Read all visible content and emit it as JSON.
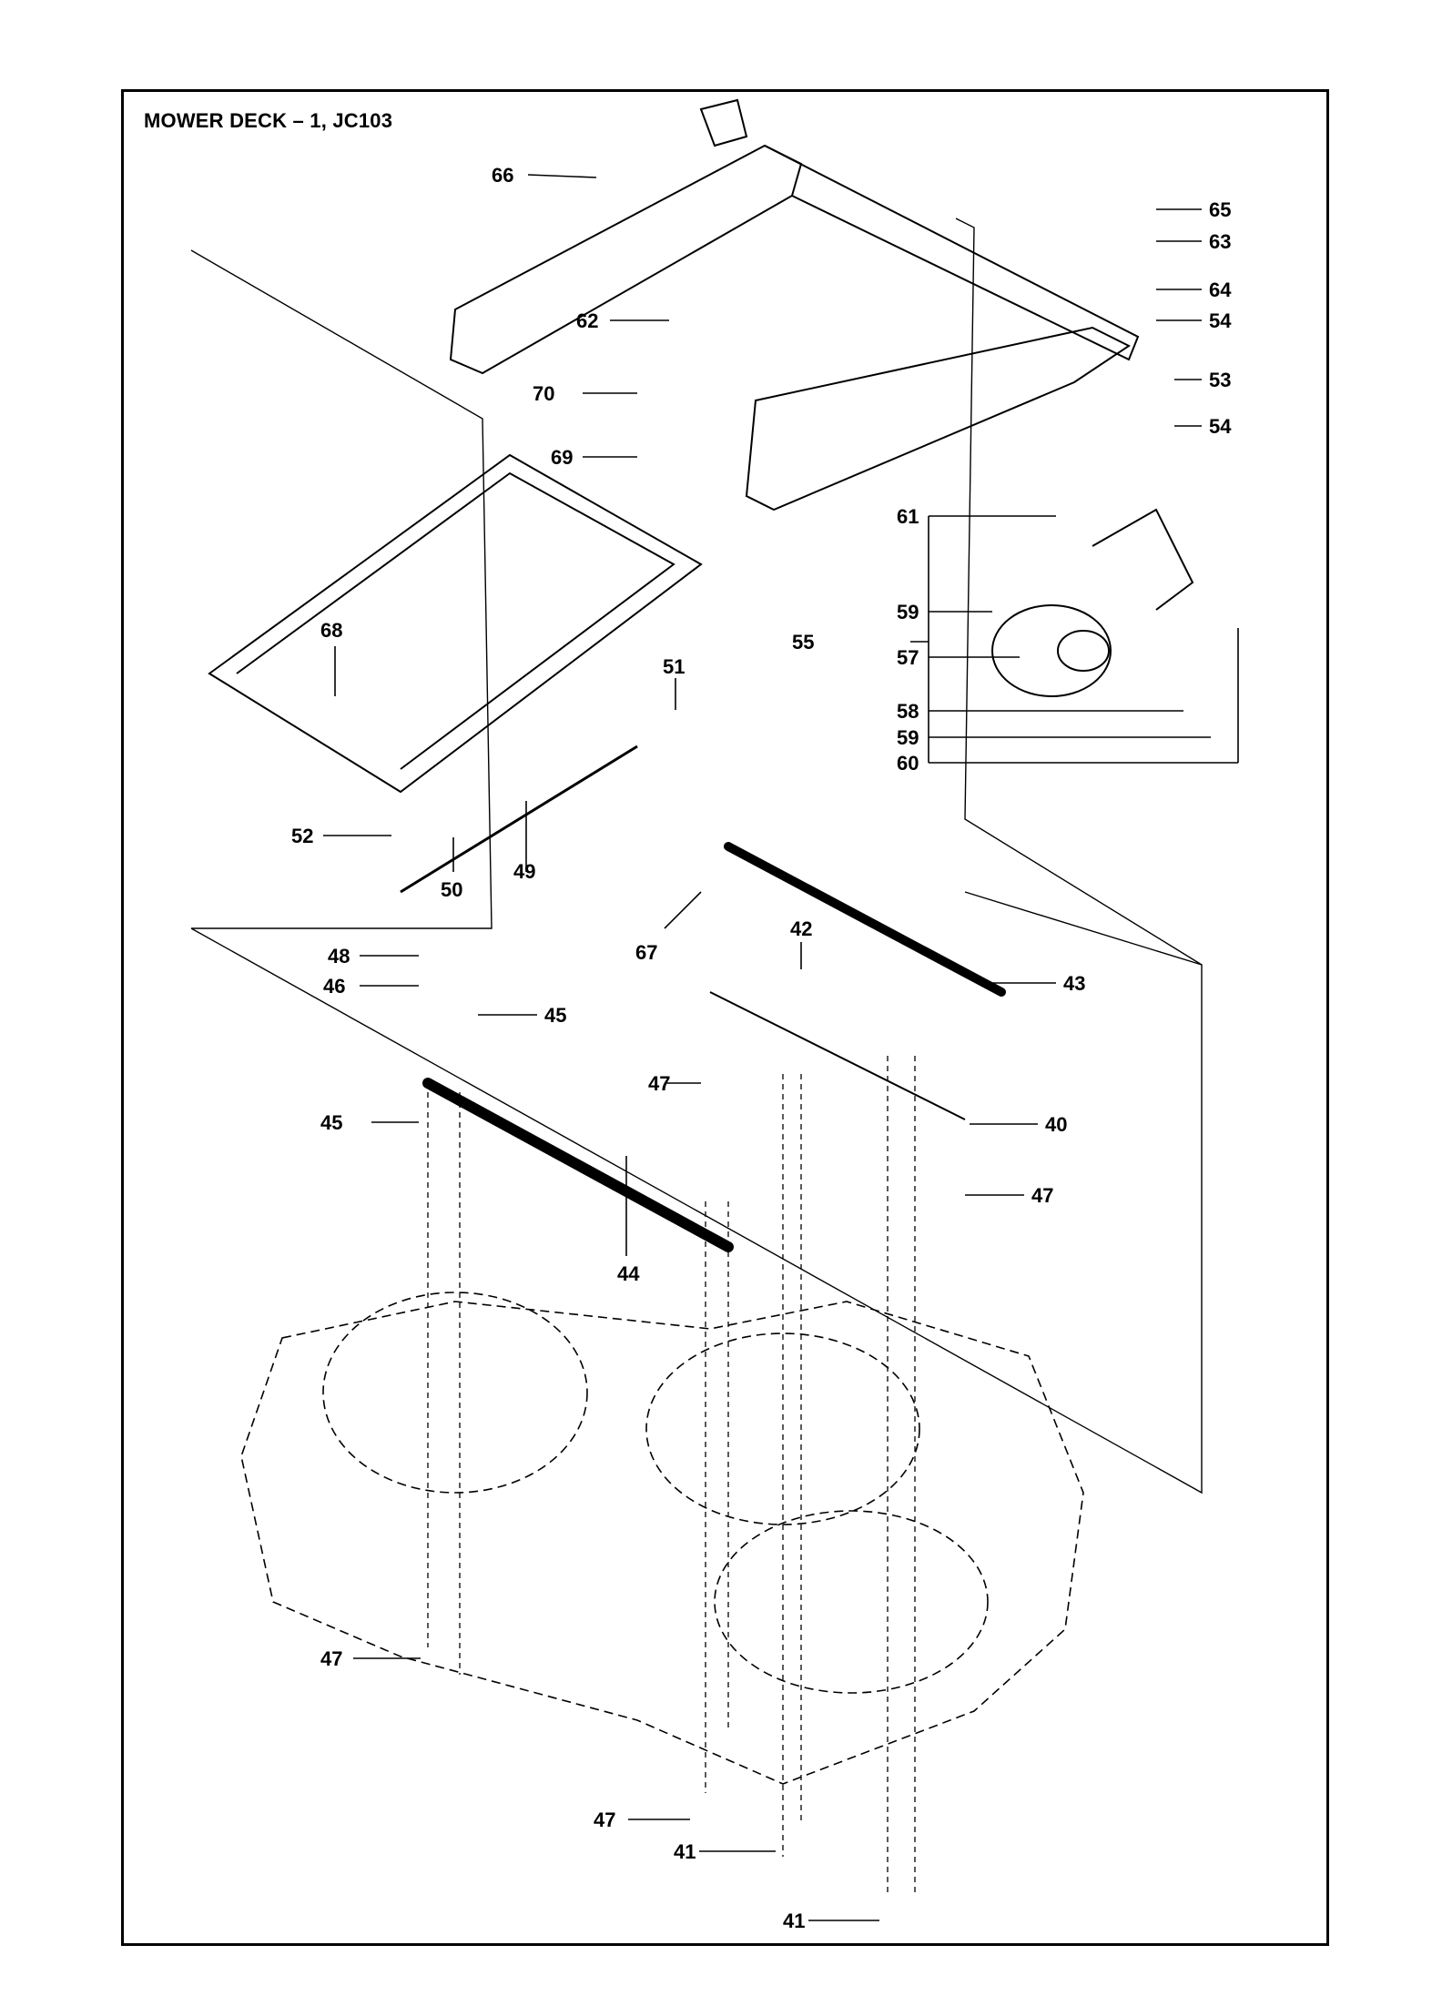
{
  "title": "MOWER DECK – 1, JC103",
  "callouts": [
    "66",
    "62",
    "70",
    "69",
    "68",
    "51",
    "52",
    "50",
    "49",
    "65",
    "63",
    "64",
    "54",
    "53",
    "54",
    "61",
    "59",
    "55",
    "57",
    "58",
    "59",
    "60",
    "42",
    "67",
    "43",
    "48",
    "46",
    "45",
    "45",
    "47",
    "40",
    "47",
    "44",
    "47",
    "47",
    "41",
    "41"
  ]
}
